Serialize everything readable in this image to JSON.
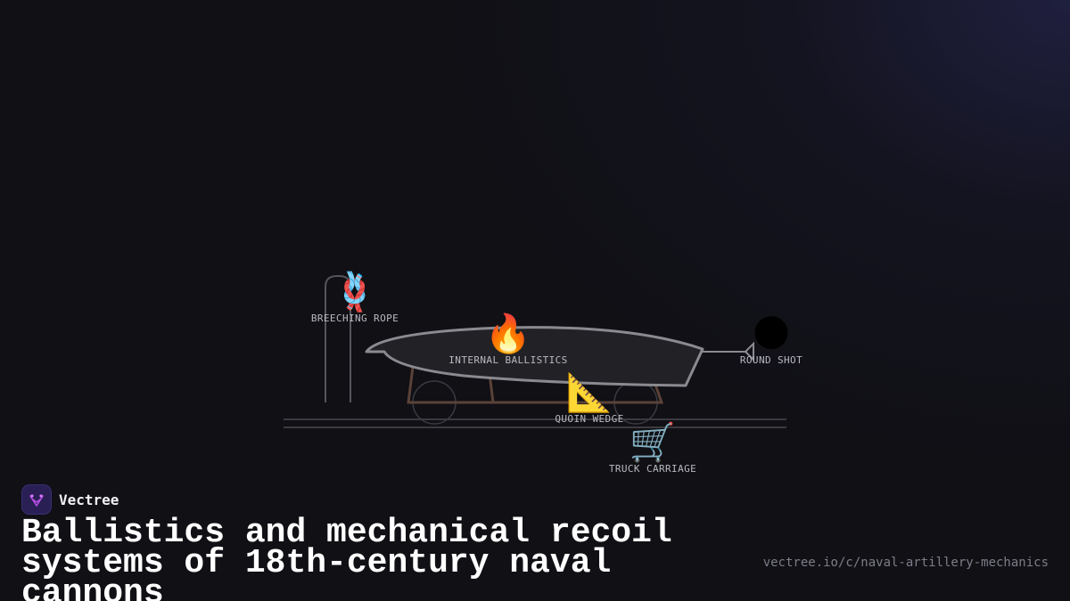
{
  "diagram": {
    "parts": [
      {
        "id": "breeching-rope",
        "label": "BREECHING ROPE",
        "icon": "knot-icon",
        "glyph": "🪢"
      },
      {
        "id": "internal-ballistics",
        "label": "INTERNAL BALLISTICS",
        "icon": "fire-icon",
        "glyph": "🔥"
      },
      {
        "id": "round-shot",
        "label": "ROUND SHOT",
        "icon": "moon-icon",
        "glyph": "🌑"
      },
      {
        "id": "quoin-wedge",
        "label": "QUOIN WEDGE",
        "icon": "triangular-ruler-icon",
        "glyph": "📐"
      },
      {
        "id": "truck-carriage",
        "label": "TRUCK CARRIAGE",
        "icon": "shopping-cart-icon",
        "glyph": "🛒"
      }
    ],
    "colors": {
      "barrel_fill": "#222226",
      "barrel_stroke": "#8a8a90",
      "carriage_stroke": "#5a4238",
      "wheel_stroke": "#3a3a42",
      "rail_stroke": "#3a3a40",
      "rope_stroke": "#55555c"
    }
  },
  "brand": {
    "name": "Vectree",
    "logo_icon": "vectree-logo-icon",
    "logo_color": "#b24de0"
  },
  "title": "Ballistics and mechanical recoil systems of 18th-century naval cannons",
  "url": "vectree.io/c/naval-artillery-mechanics"
}
